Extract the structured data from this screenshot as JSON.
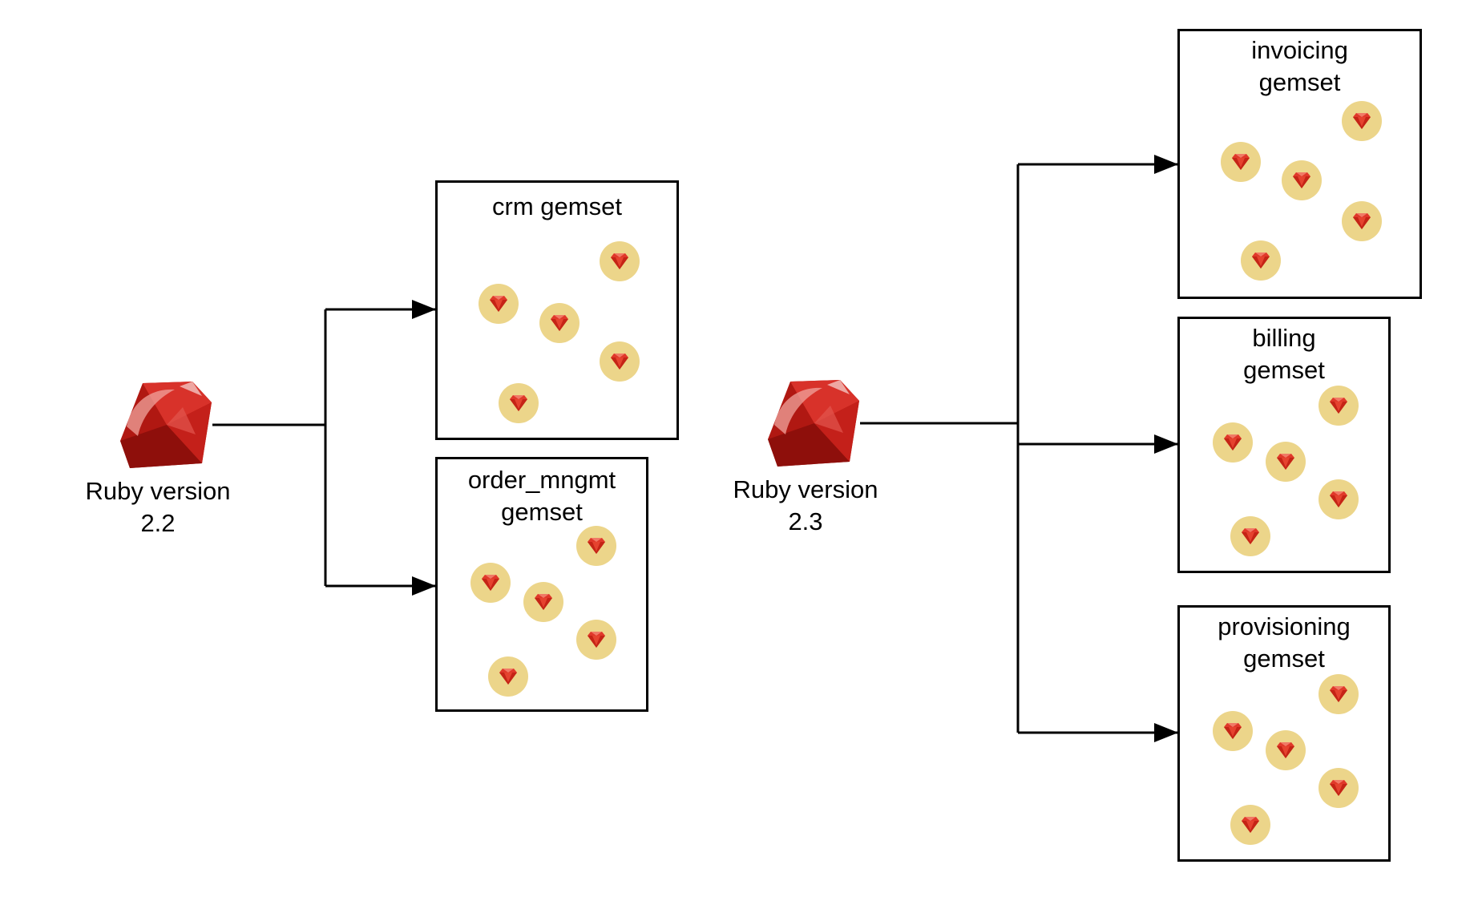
{
  "diagram": {
    "colors": {
      "line": "#000000",
      "ruby_red": "#c8231c",
      "gem_badge": "#ecd58a",
      "gem_red": "#e0382a"
    },
    "rubies": [
      {
        "label_line1": "Ruby version",
        "label_line2": "2.2",
        "icon": "ruby-gem-icon"
      },
      {
        "label_line1": "Ruby version",
        "label_line2": "2.3",
        "icon": "ruby-gem-icon"
      }
    ],
    "gemsets": {
      "crm": {
        "line1": "crm gemset",
        "line2": ""
      },
      "order_mngmt": {
        "line1": "order_mngmt",
        "line2": "gemset"
      },
      "invoicing": {
        "line1": "invoicing",
        "line2": "gemset"
      },
      "billing": {
        "line1": "billing",
        "line2": "gemset"
      },
      "provisioning": {
        "line1": "provisioning",
        "line2": "gemset"
      }
    },
    "gem_icon": "gem-badge-icon"
  }
}
